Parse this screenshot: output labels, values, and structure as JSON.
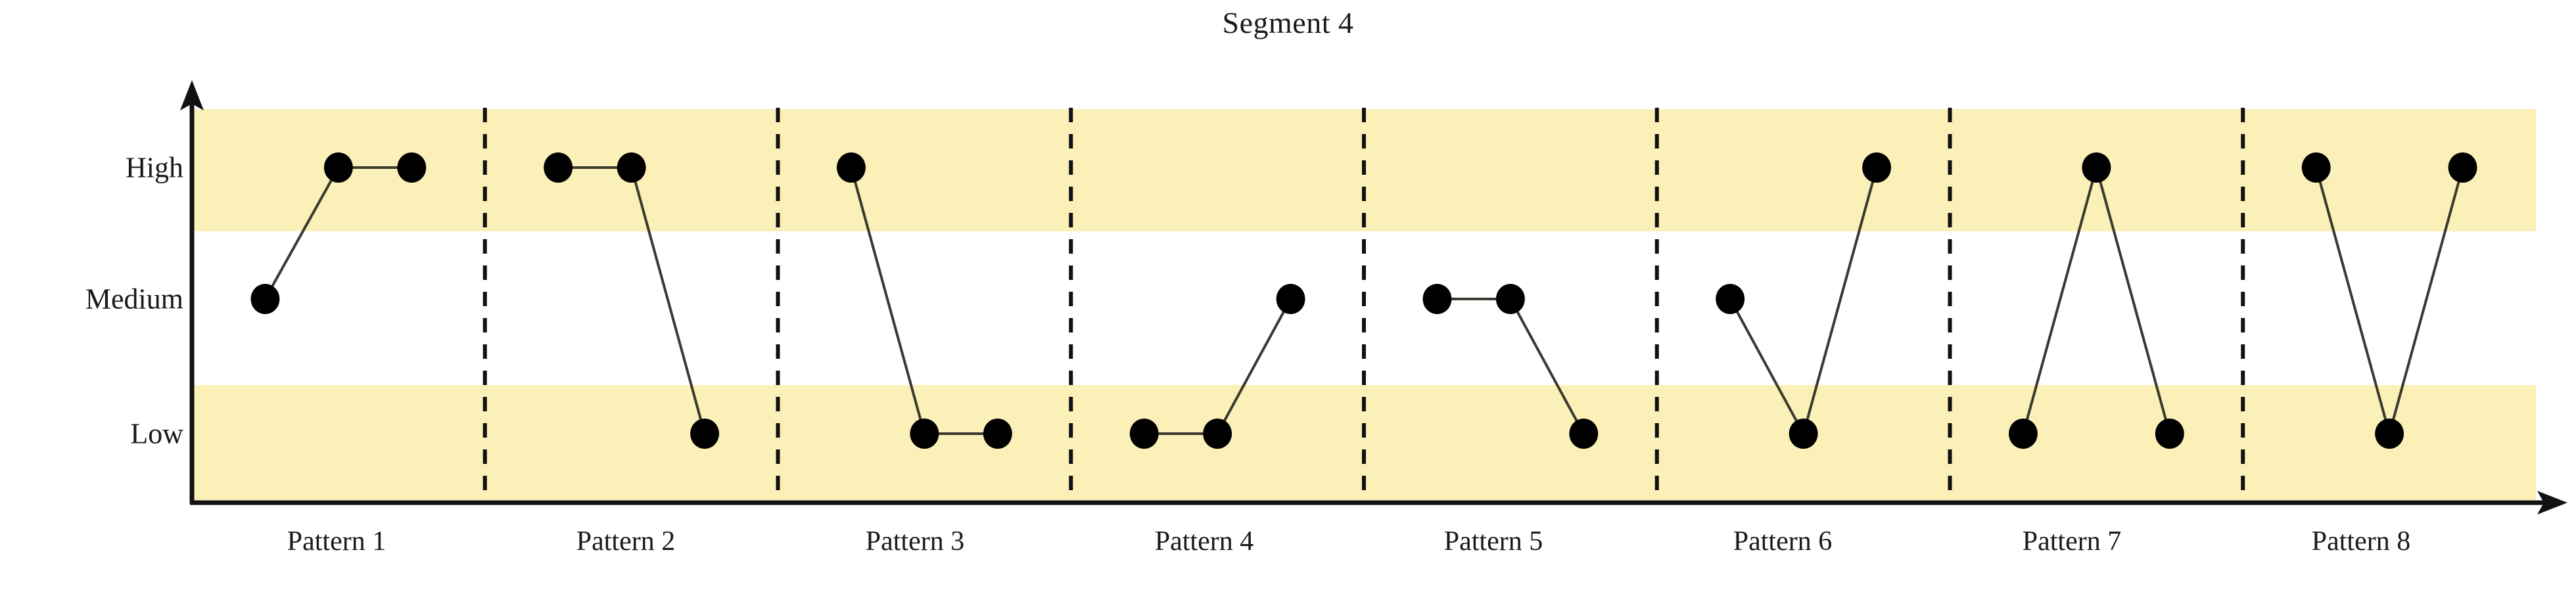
{
  "chart_data": {
    "type": "line",
    "title": "Segment 4",
    "xlabel": "",
    "ylabel": "",
    "grid": false,
    "legend": "none",
    "y_categories": [
      "Low",
      "Medium",
      "High"
    ],
    "y_tick_labels": [
      "High",
      "Medium",
      "Low"
    ],
    "categories": [
      "Pattern 1",
      "Pattern 2",
      "Pattern 3",
      "Pattern 4",
      "Pattern 5",
      "Pattern 6",
      "Pattern 7",
      "Pattern 8"
    ],
    "points_per_category": 3,
    "series": [
      {
        "name": "Segment 4",
        "groups": [
          {
            "label": "Pattern 1",
            "values": [
              "Medium",
              "High",
              "High"
            ]
          },
          {
            "label": "Pattern 2",
            "values": [
              "High",
              "High",
              "Low"
            ]
          },
          {
            "label": "Pattern 3",
            "values": [
              "High",
              "Low",
              "Low"
            ]
          },
          {
            "label": "Pattern 4",
            "values": [
              "Low",
              "Low",
              "Medium"
            ]
          },
          {
            "label": "Pattern 5",
            "values": [
              "Medium",
              "Medium",
              "Low"
            ]
          },
          {
            "label": "Pattern 6",
            "values": [
              "Medium",
              "Low",
              "High"
            ]
          },
          {
            "label": "Pattern 7",
            "values": [
              "Low",
              "High",
              "Low"
            ]
          },
          {
            "label": "Pattern 8",
            "values": [
              "High",
              "Low",
              "High"
            ]
          }
        ]
      }
    ],
    "band_highlight_levels": [
      "High",
      "Low"
    ],
    "colors": {
      "band": "#FBF0B8",
      "marker": "#000000",
      "line": "#3A3A2E",
      "axis": "#111111",
      "divider": "#111111",
      "background": "#FFFFFF",
      "text": "#1A1A1A"
    }
  },
  "axes": {
    "y_arrow": "up-arrow",
    "x_arrow": "right-arrow"
  }
}
